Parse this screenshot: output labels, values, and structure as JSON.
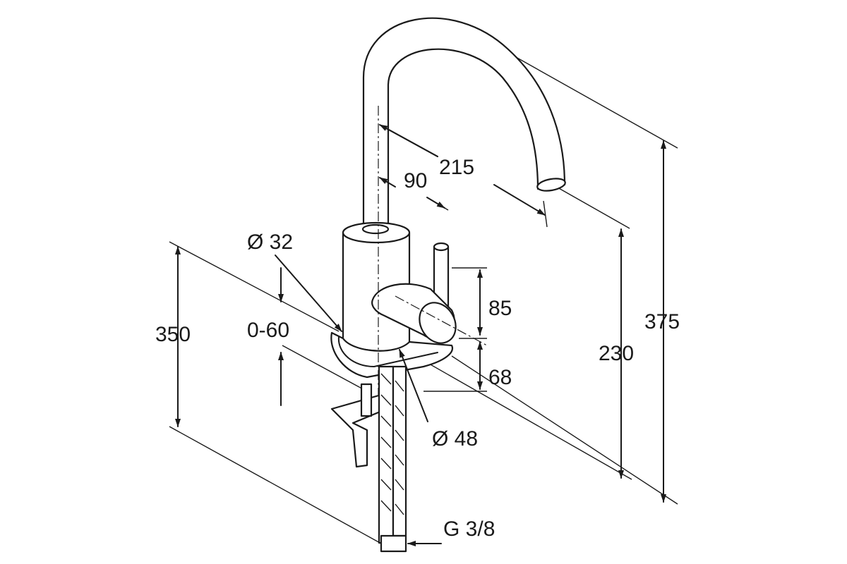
{
  "title": "Kitchen faucet dimension drawing",
  "dimensions": {
    "spout_reach": "215",
    "handle_offset": "90",
    "hole_diameter": "Ø 32",
    "hose_length": "350",
    "counter_thickness": "0-60",
    "handle_height": "85",
    "body_height": "68",
    "base_diameter": "Ø 48",
    "spout_height": "230",
    "total_height": "375",
    "connection_thread": "G 3/8"
  }
}
